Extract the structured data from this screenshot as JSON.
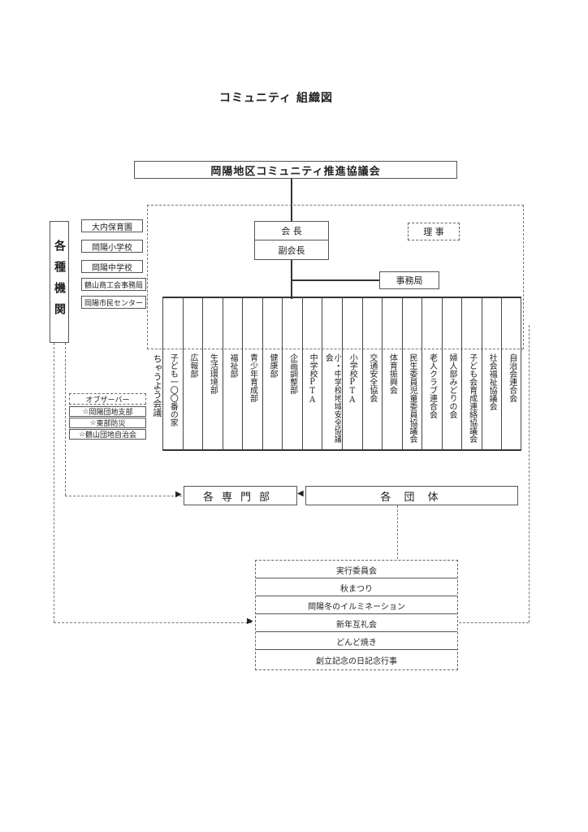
{
  "title": "コミュニティ 組織図",
  "top_org": "岡陽地区コミュニティ推進協議会",
  "officers": {
    "chair": "会 長",
    "vice_chair": "副会長",
    "director": "理 事",
    "secretariat": "事務局"
  },
  "left_org_title": "各種機関",
  "institutions": [
    "大内保育園",
    "岡陽小学校",
    "岡陽中学校",
    "鶴山商工会事務局",
    "岡陽市民センター"
  ],
  "advisor_vertical": "ちゃうよう会議",
  "observers": {
    "heading": "オブザーバー",
    "items": [
      "岡陽団地支部",
      "東部防災",
      "鶴山団地自治会"
    ]
  },
  "departments": [
    "子ども一〇〇番の家",
    "広報部",
    "生活環境部",
    "福祉部",
    "青少年育成部",
    "健康部",
    "企画調整部",
    "中学校PTA",
    "小・中学校地域安全協議会",
    "小学校PTA",
    "交通安全協会",
    "体育振興会",
    "民生委員児童委員協議会",
    "老人クラブ連合会",
    "婦人部みどりの会",
    "子ども会育成連絡協議会",
    "社会福祉協議会",
    "自治会連合会"
  ],
  "bottom_left": "各専門部",
  "bottom_right": "各 団 体",
  "events": [
    "実行委員会",
    "秋まつり",
    "岡陽冬のイルミネーション",
    "新年互礼会",
    "どんど焼き",
    "創立記念の日記念行事"
  ]
}
